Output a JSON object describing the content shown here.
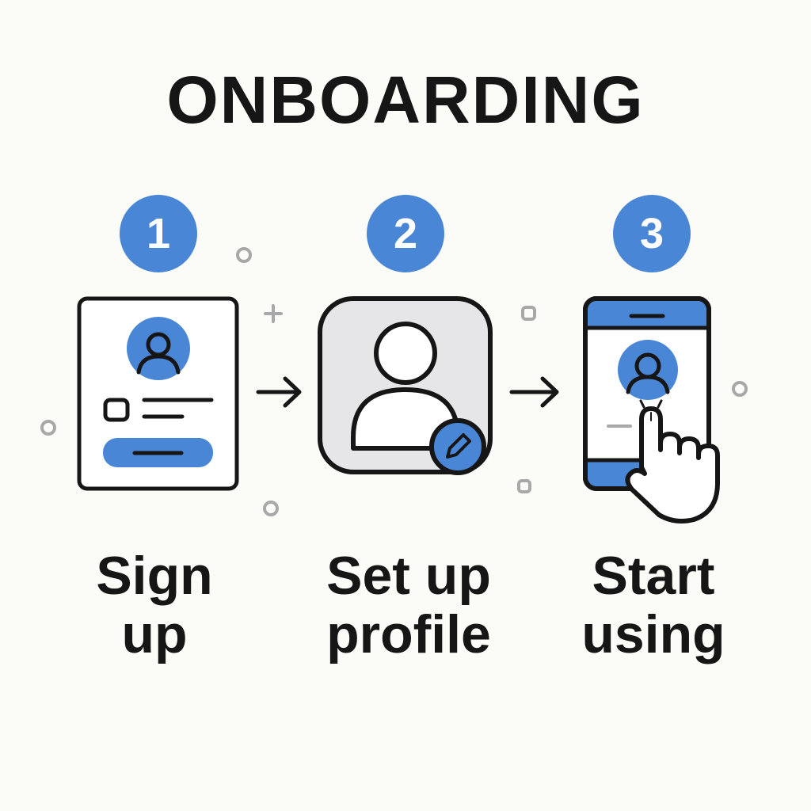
{
  "title": "ONBOARDING",
  "colors": {
    "accent": "#4a86d6",
    "stroke": "#161616",
    "background": "#fbfbf7",
    "panel_gray": "#e6e6e8",
    "decor": "#a8a8a8"
  },
  "steps": [
    {
      "number": "1",
      "label_line1": "Sign",
      "label_line2": "up",
      "icon": "signup-form-icon"
    },
    {
      "number": "2",
      "label_line1": "Set up",
      "label_line2": "profile",
      "icon": "profile-edit-icon"
    },
    {
      "number": "3",
      "label_line1": "Start",
      "label_line2": "using",
      "icon": "phone-tap-icon"
    }
  ],
  "connectors": [
    "arrow-right-icon",
    "arrow-right-icon"
  ]
}
